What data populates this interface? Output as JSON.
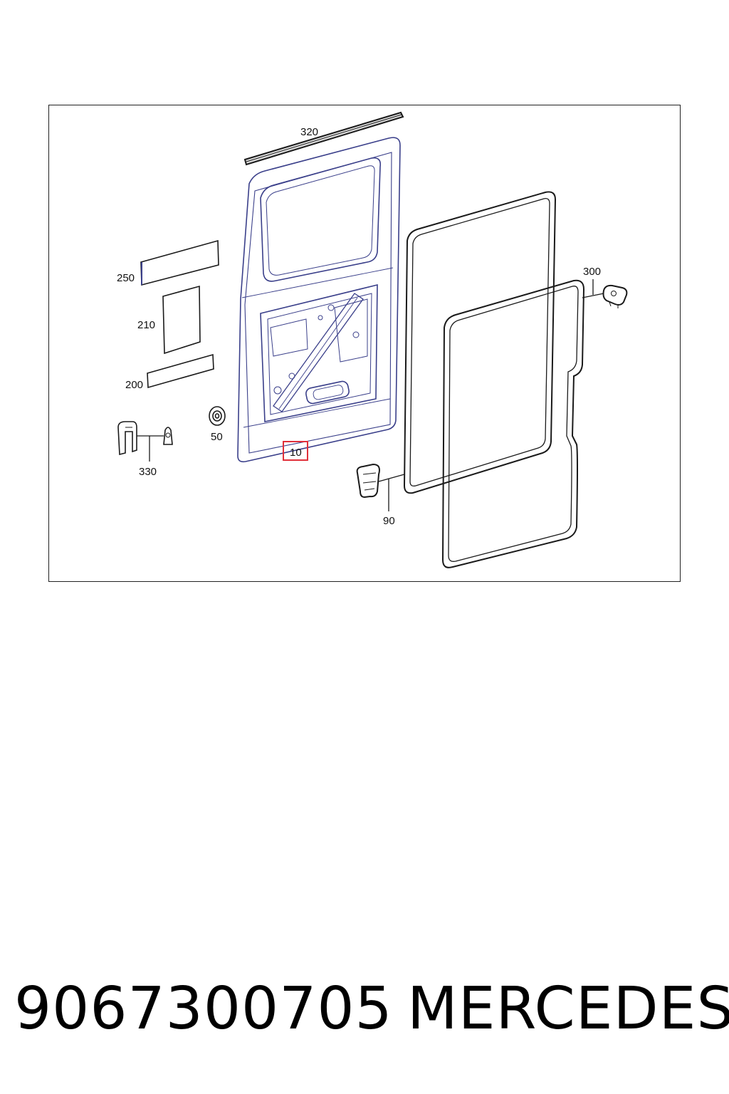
{
  "diagram": {
    "callouts": [
      {
        "id": "c320",
        "label": "320"
      },
      {
        "id": "c250",
        "label": "250"
      },
      {
        "id": "c210",
        "label": "210"
      },
      {
        "id": "c200",
        "label": "200"
      },
      {
        "id": "c50",
        "label": "50"
      },
      {
        "id": "c330",
        "label": "330"
      },
      {
        "id": "c10",
        "label": "10",
        "highlighted": true
      },
      {
        "id": "c90",
        "label": "90"
      },
      {
        "id": "c300",
        "label": "300"
      }
    ],
    "colors": {
      "line": "#1a1a1a",
      "door_outline": "#3a3f8a",
      "highlight": "#e0303a"
    }
  },
  "footer": {
    "part_number": "9067300705",
    "brand": "MERCEDES"
  }
}
